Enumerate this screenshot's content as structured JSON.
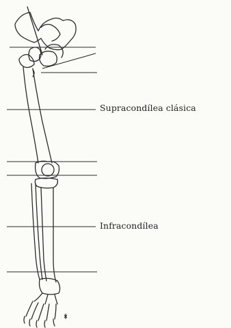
{
  "figure": {
    "subject": "lower-limb-skeleton",
    "line_color": "#2a2a2a",
    "background": "#fbfbf8"
  },
  "labels": {
    "supracondylar": "Supracondílea clásica",
    "infracondylar": "Infracondílea"
  }
}
